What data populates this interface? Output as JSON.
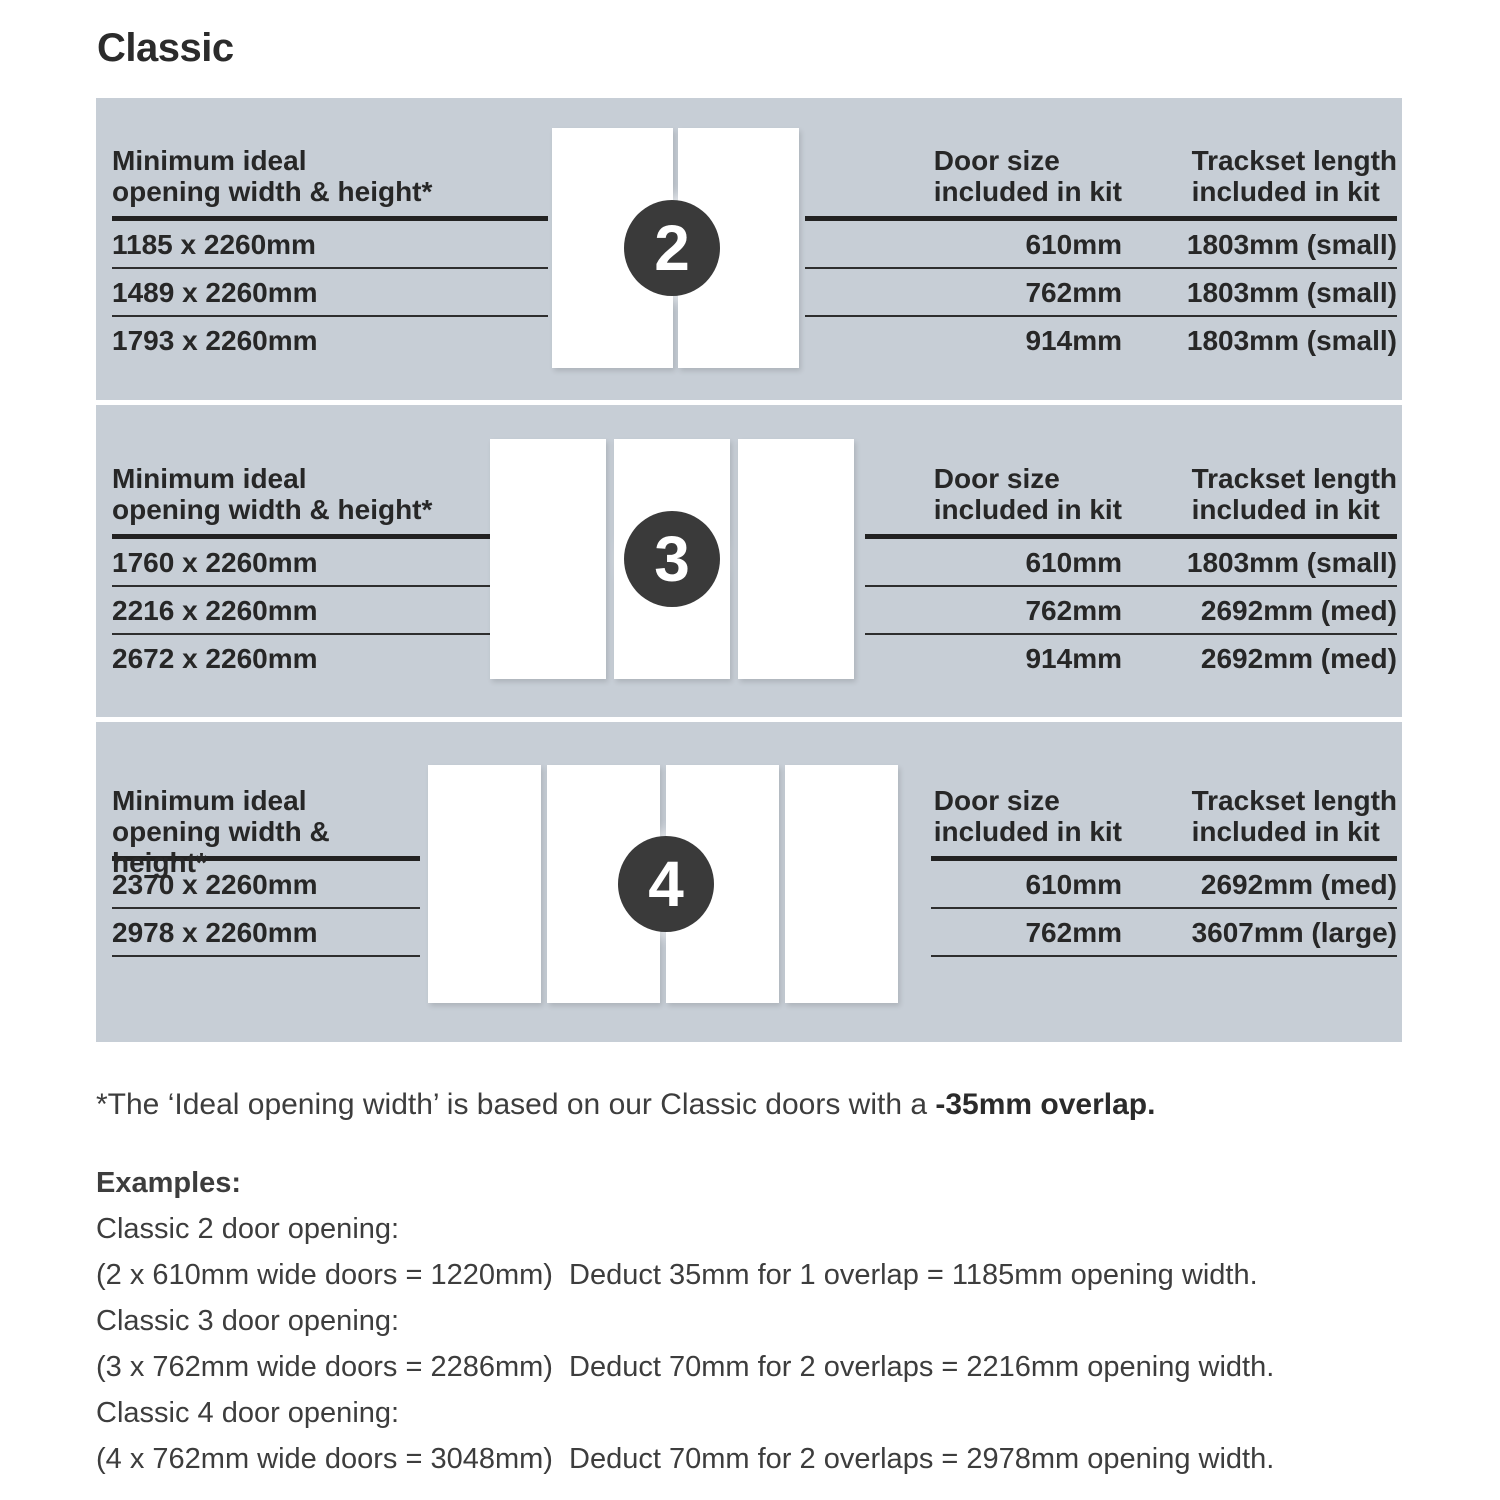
{
  "title": "Classic",
  "colors": {
    "panel_bg": "#c7ced6",
    "badge_bg": "#3a3a3a",
    "rule": "#222222",
    "door_fill": "#ffffff"
  },
  "columns": {
    "opening_header_line1": "Minimum ideal",
    "opening_header_line2": "opening width & height*",
    "door_header_line1": "Door size",
    "door_header_line2": "included in kit",
    "track_header_line1": "Trackset length",
    "track_header_line2": "included in kit"
  },
  "sections": [
    {
      "badge": "2",
      "door_count": 2,
      "rows": [
        {
          "opening": "1185 x 2260mm",
          "door_size": "610mm",
          "trackset": "1803mm (small)"
        },
        {
          "opening": "1489 x 2260mm",
          "door_size": "762mm",
          "trackset": "1803mm (small)"
        },
        {
          "opening": "1793 x 2260mm",
          "door_size": "914mm",
          "trackset": "1803mm (small)"
        }
      ]
    },
    {
      "badge": "3",
      "door_count": 3,
      "rows": [
        {
          "opening": "1760 x 2260mm",
          "door_size": "610mm",
          "trackset": "1803mm (small)"
        },
        {
          "opening": "2216 x 2260mm",
          "door_size": "762mm",
          "trackset": "2692mm (med)"
        },
        {
          "opening": "2672 x 2260mm",
          "door_size": "914mm",
          "trackset": "2692mm (med)"
        }
      ]
    },
    {
      "badge": "4",
      "door_count": 4,
      "rows": [
        {
          "opening": "2370 x 2260mm",
          "door_size": "610mm",
          "trackset": "2692mm (med)"
        },
        {
          "opening": "2978 x 2260mm",
          "door_size": "762mm",
          "trackset": "3607mm (large)"
        }
      ]
    }
  ],
  "footnote": {
    "text": "*The ‘Ideal opening width’ is based on our Classic doors with a ",
    "bold": "-35mm overlap."
  },
  "examples": {
    "heading": "Examples:",
    "lines": [
      "Classic 2 door opening:",
      "(2 x 610mm wide doors = 1220mm)  Deduct 35mm for 1 overlap = 1185mm opening width.",
      "Classic 3 door opening:",
      "(3 x 762mm wide doors = 2286mm)  Deduct 70mm for 2 overlaps = 2216mm opening width.",
      "Classic 4 door opening:",
      "(4 x 762mm wide doors = 3048mm)  Deduct 70mm for 2 overlaps = 2978mm opening width."
    ]
  }
}
